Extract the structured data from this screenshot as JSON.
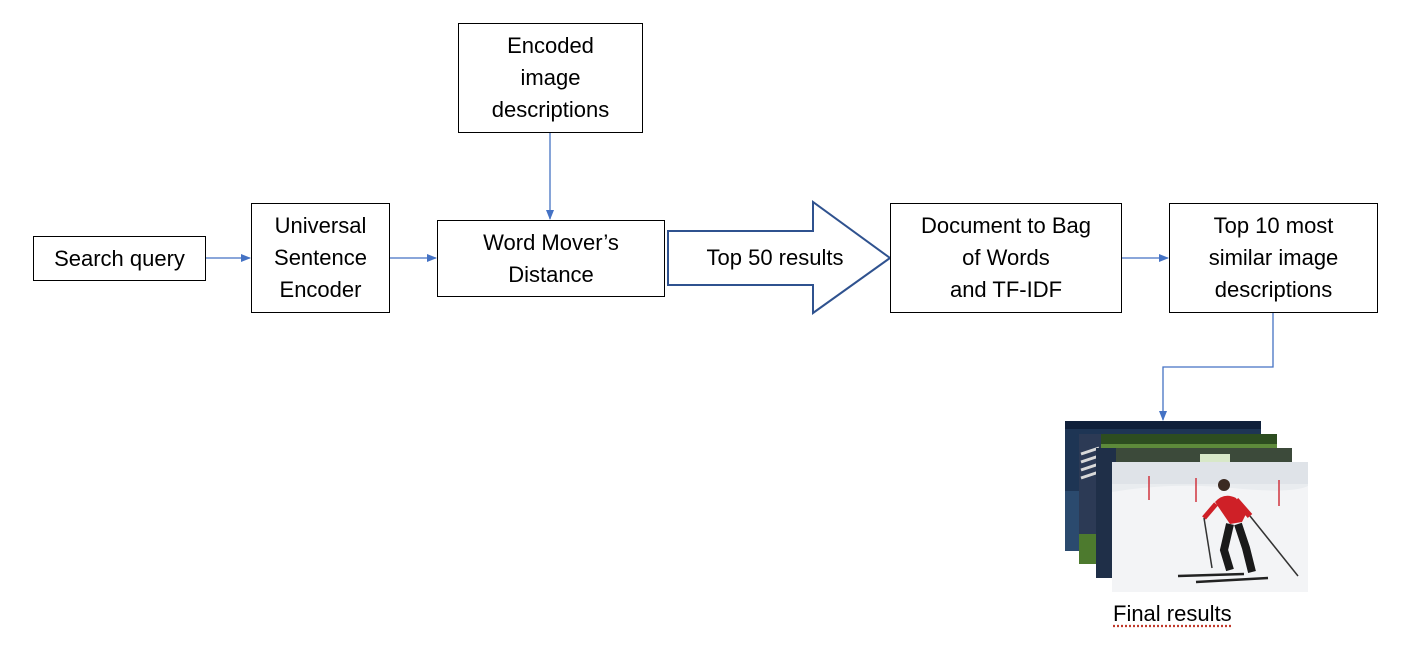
{
  "boxes": {
    "search_query": "Search query",
    "sentence_encoder": "Universal\nSentence\nEncoder",
    "encoded_descriptions": "Encoded\nimage\ndescriptions",
    "word_movers_distance": "Word Mover’s\nDistance",
    "bag_of_words": "Document to Bag\nof Words\nand TF-IDF",
    "top10": "Top 10 most\nsimilar image\ndescriptions"
  },
  "big_arrow_label": "Top 50 results",
  "final_results_label": "Final results",
  "colors": {
    "connector": "#4472c4",
    "big_arrow_outline": "#2f528f",
    "box_border": "#000000"
  }
}
